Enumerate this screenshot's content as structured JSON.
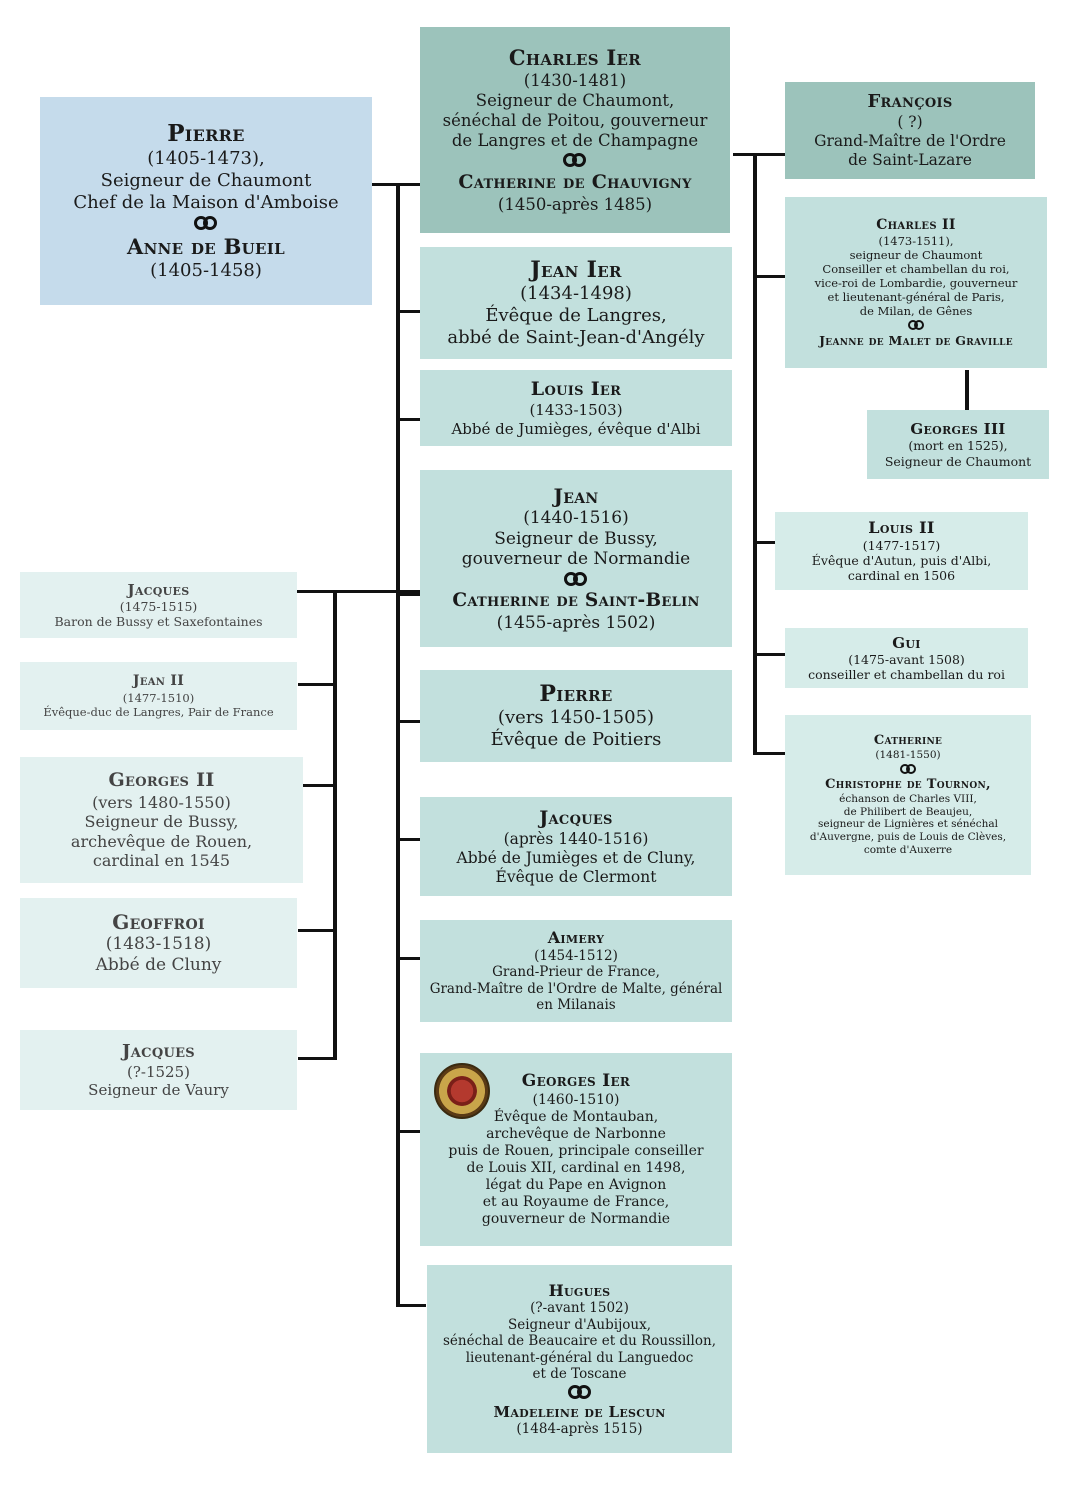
{
  "colors": {
    "box_blue": "#c5dbeb",
    "box_teal_dark": "#9cc3bb",
    "box_teal": "#c2e0dd",
    "box_teal_light": "#d6ece9",
    "box_pale": "#e3f1f0",
    "line": "#111111"
  },
  "pierre": {
    "name": "Pierre",
    "dates": "(1405-1473),",
    "line1": "Seigneur de Chaumont",
    "line2": "Chef de la Maison d'Amboise",
    "spouse": "Anne de Bueil",
    "spouse_dates": "(1405-1458)"
  },
  "charles1": {
    "name": "Charles Ier",
    "dates": "(1430-1481)",
    "line1": "Seigneur de Chaumont,",
    "line2": "sénéchal de Poitou, gouverneur",
    "line3": "de Langres et de Champagne",
    "spouse": "Catherine de Chauvigny",
    "spouse_dates": "(1450-après 1485)"
  },
  "jean1": {
    "name": "Jean Ier",
    "dates": "(1434-1498)",
    "line1": "Évêque de Langres,",
    "line2": "abbé de Saint-Jean-d'Angély"
  },
  "louis1": {
    "name": "Louis Ier",
    "dates": "(1433-1503)",
    "line1": "Abbé de Jumièges, évêque d'Albi"
  },
  "jean": {
    "name": "Jean",
    "dates": "(1440-1516)",
    "line1": "Seigneur de Bussy,",
    "line2": "gouverneur de Normandie",
    "spouse": "Catherine de Saint-Belin",
    "spouse_dates": "(1455-après 1502)"
  },
  "pierre2": {
    "name": "Pierre",
    "dates": "(vers 1450-1505)",
    "line1": "Évêque de Poitiers"
  },
  "jacques_c": {
    "name": "Jacques",
    "dates": "(après 1440-1516)",
    "line1": "Abbé de Jumièges et de Cluny,",
    "line2": "Évêque de Clermont"
  },
  "aimery": {
    "name": "Aimery",
    "dates": "(1454-1512)",
    "line1": "Grand-Prieur de France,",
    "line2": "Grand-Maître de l'Ordre de Malte, général",
    "line3": "en Milanais"
  },
  "georges1": {
    "name": "Georges Ier",
    "dates": "(1460-1510)",
    "line1": "Évêque de Montauban,",
    "line2": "archevêque de Narbonne",
    "line3": "puis de Rouen, principale conseiller",
    "line4": "de Louis XII, cardinal en 1498,",
    "line5": "légat du Pape en Avignon",
    "line6": "et au Royaume de France,",
    "line7": "gouverneur de Normandie"
  },
  "hugues": {
    "name": "Hugues",
    "dates": "(?-avant 1502)",
    "line1": "Seigneur d'Aubijoux,",
    "line2": "sénéchal de Beaucaire et du Roussillon,",
    "line3": "lieutenant-général du Languedoc",
    "line4": "et de Toscane",
    "spouse": "Madeleine de Lescun",
    "spouse_dates": "(1484-après 1515)"
  },
  "francois": {
    "name": "François",
    "dates": "( ?)",
    "line1": "Grand-Maître de l'Ordre",
    "line2": "de Saint-Lazare"
  },
  "charles2": {
    "name": "Charles II",
    "dates": "(1473-1511),",
    "line1": "seigneur de Chaumont",
    "line2": "Conseiller et chambellan du roi,",
    "line3": "vice-roi de Lombardie, gouverneur",
    "line4": "et lieutenant-général de Paris,",
    "line5": "de Milan, de Gênes",
    "spouse": "Jeanne de Malet de Graville"
  },
  "georges3": {
    "name": "Georges III",
    "dates": "(mort en 1525),",
    "line1": "Seigneur de Chaumont"
  },
  "louis2": {
    "name": "Louis II",
    "dates": "(1477-1517)",
    "line1": "Évêque d'Autun, puis d'Albi,",
    "line2": "cardinal en 1506"
  },
  "gui": {
    "name": "Gui",
    "dates": "(1475-avant 1508)",
    "line1": "conseiller et chambellan du roi"
  },
  "catherine": {
    "name": "Catherine",
    "dates": "(1481-1550)",
    "spouse": "Christophe de Tournon,",
    "line1": "échanson de Charles VIII,",
    "line2": "de Philibert de Beaujeu,",
    "line3": "seigneur de Lignières et sénéchal",
    "line4": "d'Auvergne, puis de Louis de Clèves,",
    "line5": "comte d'Auxerre"
  },
  "jacques_l": {
    "name": "Jacques",
    "dates": "(1475-1515)",
    "line1": "Baron de Bussy et Saxefontaines"
  },
  "jean2": {
    "name": "Jean II",
    "dates": "(1477-1510)",
    "line1": "Évêque-duc de Langres, Pair de France"
  },
  "georges2": {
    "name": "Georges II",
    "dates": "(vers 1480-1550)",
    "line1": "Seigneur de Bussy,",
    "line2": "archevêque de Rouen,",
    "line3": "cardinal en 1545"
  },
  "geoffroi": {
    "name": "Geoffroi",
    "dates": "(1483-1518)",
    "line1": "Abbé de Cluny"
  },
  "jacques_v": {
    "name": "Jacques",
    "dates": "(?-1525)",
    "line1": "Seigneur de Vaury"
  }
}
